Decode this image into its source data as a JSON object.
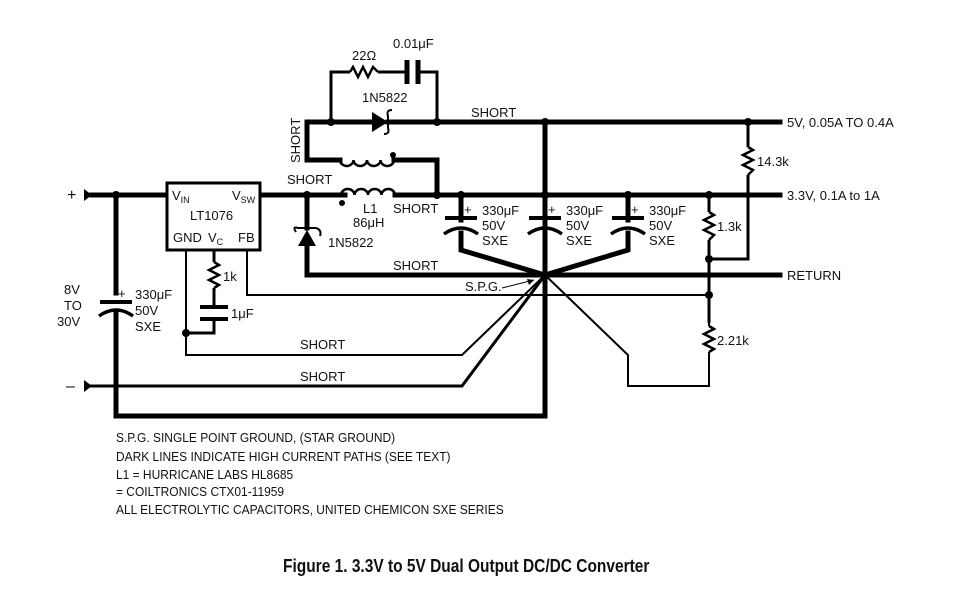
{
  "figure": {
    "caption": "Figure 1. 3.3V to 5V Dual Output DC/DC Converter",
    "notes": [
      "S.P.G. SINGLE POINT GROUND, (STAR GROUND)",
      "DARK LINES INDICATE HIGH CURRENT PATHS (SEE TEXT)",
      "L1 = HURRICANE LABS HL8685",
      "= COILTRONICS CTX01-11959",
      "ALL ELECTROLYTIC CAPACITORS, UNITED CHEMICON SXE SERIES"
    ]
  },
  "input": {
    "plus": "+",
    "minus": "–",
    "range": [
      "8V",
      "TO",
      "30V"
    ]
  },
  "ic": {
    "name": "LT1076",
    "pins": {
      "vin": "V",
      "vin_sub": "IN",
      "vsw": "V",
      "vsw_sub": "SW",
      "gnd": "GND",
      "vc": "V",
      "vc_sub": "C",
      "fb": "FB"
    }
  },
  "components": {
    "snubber_resistor": "22Ω",
    "snubber_cap": "0.01μF",
    "diode_top": "1N5822",
    "diode_bottom": "1N5822",
    "inductor_name": "L1",
    "inductor_value": "86μH",
    "vc_resistor": "1k",
    "vc_cap": "1μF",
    "input_cap": [
      "330μF",
      "50V",
      "SXE"
    ],
    "out_caps": [
      [
        "330μF",
        "50V",
        "SXE"
      ],
      [
        "330μF",
        "50V",
        "SXE"
      ],
      [
        "330μF",
        "50V",
        "SXE"
      ]
    ],
    "r_14_3k": "14.3k",
    "r_1_3k": "1.3k",
    "r_2_21k": "2.21k",
    "cap_plus": "+"
  },
  "labels": {
    "short": "SHORT",
    "spg": "S.P.G."
  },
  "outputs": {
    "out_5v": "5V, 0.05A TO 0.4A",
    "out_3v3": "3.3V, 0.1A to 1A",
    "return": "RETURN"
  }
}
